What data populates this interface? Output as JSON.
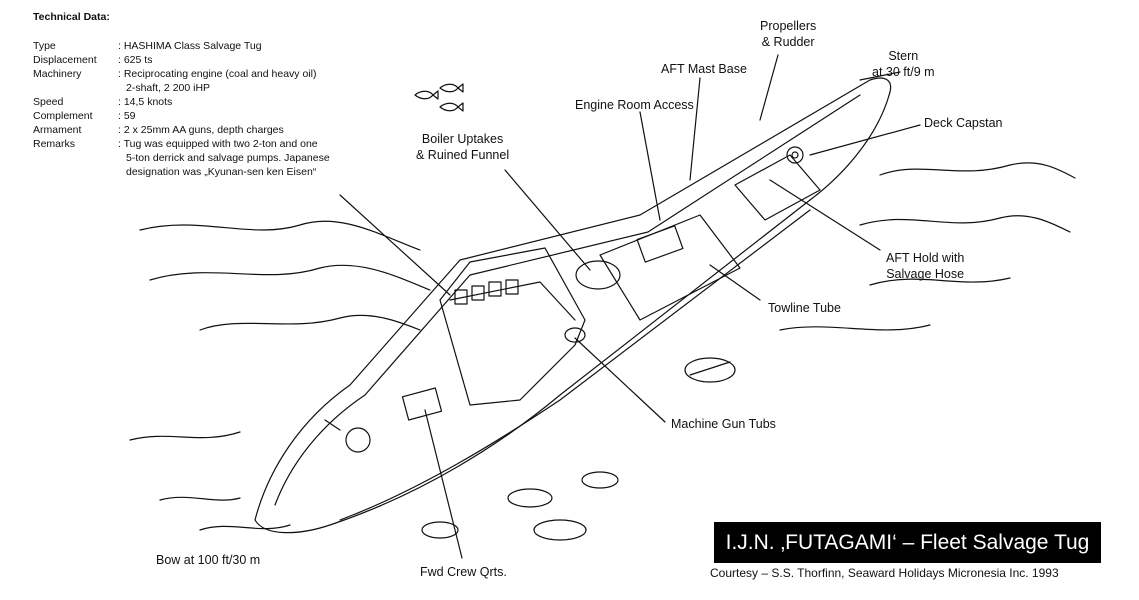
{
  "technical_data": {
    "heading": "Technical Data:",
    "rows": [
      {
        "key": "Type",
        "lines": [
          ": HASHIMA Class Salvage Tug"
        ]
      },
      {
        "key": "Displacement",
        "lines": [
          ": 625 ts"
        ]
      },
      {
        "key": "Machinery",
        "lines": [
          ": Reciprocating engine (coal and heavy oil)",
          "2-shaft, 2 200 iHP"
        ]
      },
      {
        "key": "Speed",
        "lines": [
          ": 14,5 knots"
        ]
      },
      {
        "key": "Complement",
        "lines": [
          ": 59"
        ]
      },
      {
        "key": "Armament",
        "lines": [
          ": 2 x 25mm AA guns, depth charges"
        ]
      },
      {
        "key": "Remarks",
        "lines": [
          ": Tug was equipped with two 2-ton and one",
          "5-ton derrick and salvage pumps. Japanese",
          "designation was „Kyunan-sen ken Eisen“"
        ]
      }
    ]
  },
  "labels": {
    "propellers_rudder": [
      "Propellers",
      "& Rudder"
    ],
    "stern": [
      "Stern",
      "at 30 ft/9 m"
    ],
    "aft_mast_base": "AFT Mast Base",
    "engine_room_access": "Engine Room Access",
    "deck_capstan": "Deck Capstan",
    "boiler_uptakes": [
      "Boiler Uptakes",
      "& Ruined Funnel"
    ],
    "aft_hold": [
      "AFT Hold with",
      "Salvage Hose"
    ],
    "towline_tube": "Towline Tube",
    "machine_gun_tubs": "Machine Gun Tubs",
    "bow": "Bow at 100 ft/30 m",
    "fwd_crew_qrts": "Fwd Crew Qrts."
  },
  "title": "I.J.N. ‚FUTAGAMI‘ – Fleet Salvage Tug",
  "credit": "Courtesy – S.S. Thorfinn, Seaward Holidays Micronesia Inc. 1993"
}
